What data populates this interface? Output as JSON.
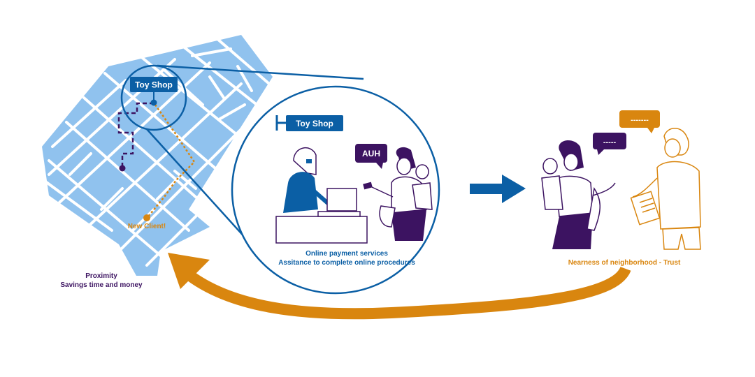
{
  "colors": {
    "map_block": "#90c2ee",
    "map_street": "#ffffff",
    "blue": "#0b5fa5",
    "purple": "#3c1361",
    "orange": "#d9860f",
    "skin_line": "#3c1361"
  },
  "map": {
    "shop_tag": "Toy Shop",
    "new_client_label": "New Client!",
    "caption_line1": "Proximity",
    "caption_line2": "Savings time and money"
  },
  "zoom": {
    "shop_sign": "Toy Shop",
    "speech_bubble": "AUH",
    "caption_line1": "Online payment services",
    "caption_line2": "Assitance to complete online procedures"
  },
  "neighbors": {
    "bubble_left": "-----",
    "bubble_right": "-------",
    "caption": "Nearness of neighborhood - Trust"
  },
  "icons": {
    "flow_arrow": "right-arrow-icon",
    "return_arrow": "curved-return-arrow-icon",
    "map_pin": "map-pin-icon"
  }
}
